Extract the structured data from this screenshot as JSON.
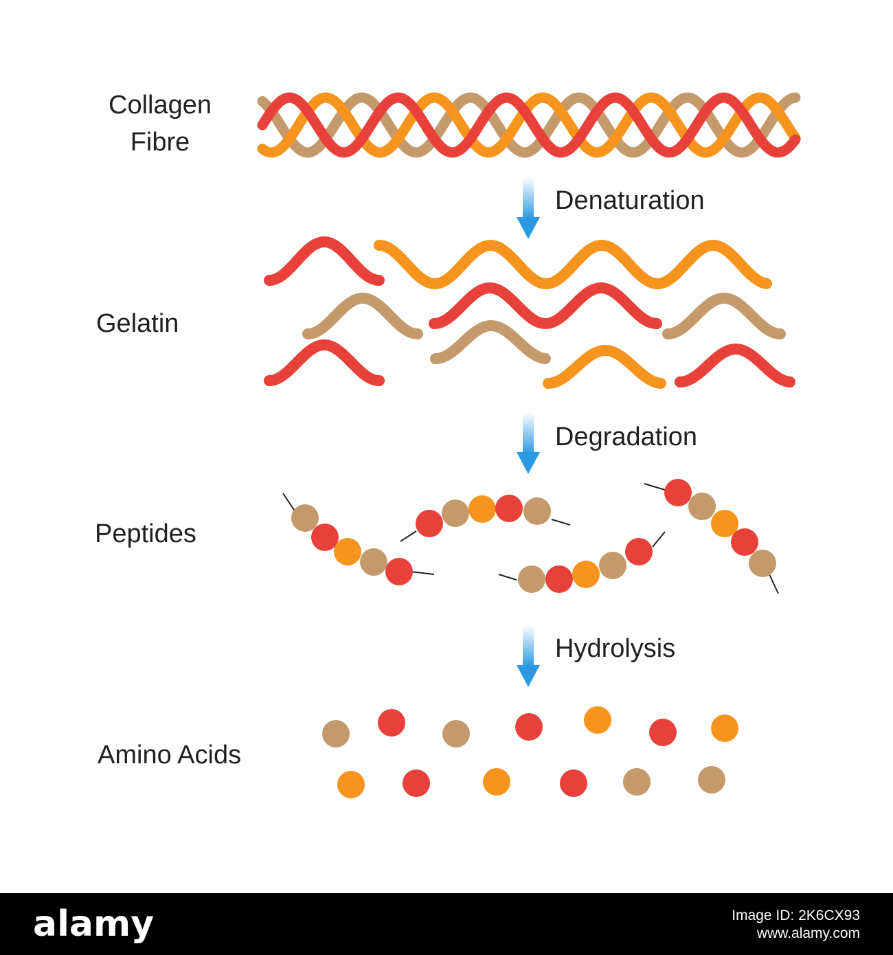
{
  "stages": {
    "collagen": "Collagen\nFibre",
    "gelatin": "Gelatin",
    "peptides": "Peptides",
    "amino_acids": "Amino Acids"
  },
  "steps": {
    "denaturation": "Denaturation",
    "degradation": "Degradation",
    "hydrolysis": "Hydrolysis"
  },
  "footer": {
    "logo": "alamy",
    "image_id": "Image ID: 2K6CX93",
    "site": "www.alamy.com"
  },
  "colors": {
    "red": "#e8403a",
    "orange": "#f6941d",
    "tan": "#c49a6c",
    "arrow": "#2b9ae3"
  }
}
